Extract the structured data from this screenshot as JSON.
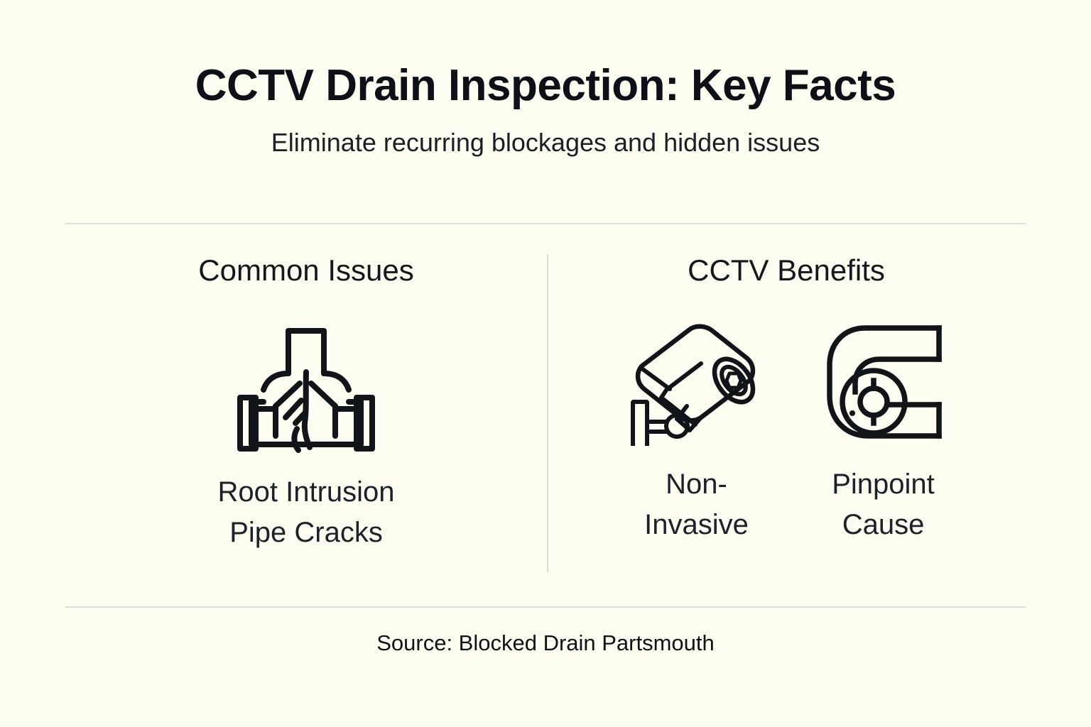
{
  "header": {
    "title": "CCTV Drain Inspection: Key Facts",
    "subtitle": "Eliminate recurring blockages and hidden issues"
  },
  "colors": {
    "background": "#fdfdf2",
    "text": "#14181d",
    "title": "#0d1117",
    "icon_stroke": "#111418",
    "divider": "#dedede"
  },
  "columns": [
    {
      "heading": "Common Issues",
      "items": [
        {
          "icon": "pipe-root-intrusion-icon",
          "labels": [
            "Root Intrusion",
            "Pipe Cracks"
          ]
        }
      ]
    },
    {
      "heading": "CCTV Benefits",
      "items": [
        {
          "icon": "cctv-camera-icon",
          "labels": [
            "Non-\nInvasive"
          ]
        },
        {
          "icon": "pipe-elbow-target-icon",
          "labels": [
            "Pinpoint\nCause"
          ]
        }
      ]
    }
  ],
  "footer": {
    "source": "Source: Blocked Drain Partsmouth"
  }
}
